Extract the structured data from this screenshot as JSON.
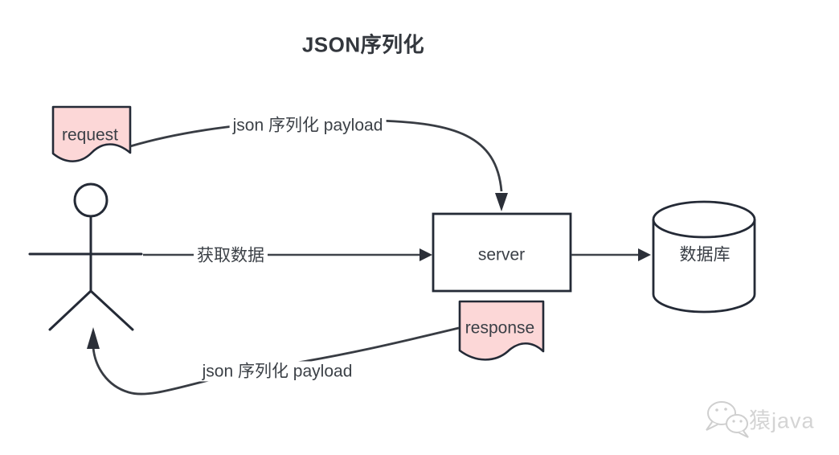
{
  "title": "JSON序列化",
  "nodes": {
    "request": {
      "label": "request",
      "fill": "#fcd7d7"
    },
    "response": {
      "label": "response",
      "fill": "#fcd7d7"
    },
    "server": {
      "label": "server",
      "fill": "#ffffff"
    },
    "database": {
      "label": "数据库",
      "fill": "#ffffff"
    }
  },
  "edges": {
    "request_to_server": {
      "label": "json 序列化 payload"
    },
    "actor_to_server": {
      "label": "获取数据"
    },
    "response_to_actor": {
      "label": "json 序列化 payload"
    }
  },
  "watermark": {
    "icon": "wechat-icon",
    "text": "猿java"
  },
  "colors": {
    "shape_stroke": "#242a36",
    "arrow": "#383c43",
    "node_fill_pink": "#fcd7d7",
    "text": "#3d4249",
    "watermark": "#d4d4d4",
    "background": "#ffffff"
  }
}
